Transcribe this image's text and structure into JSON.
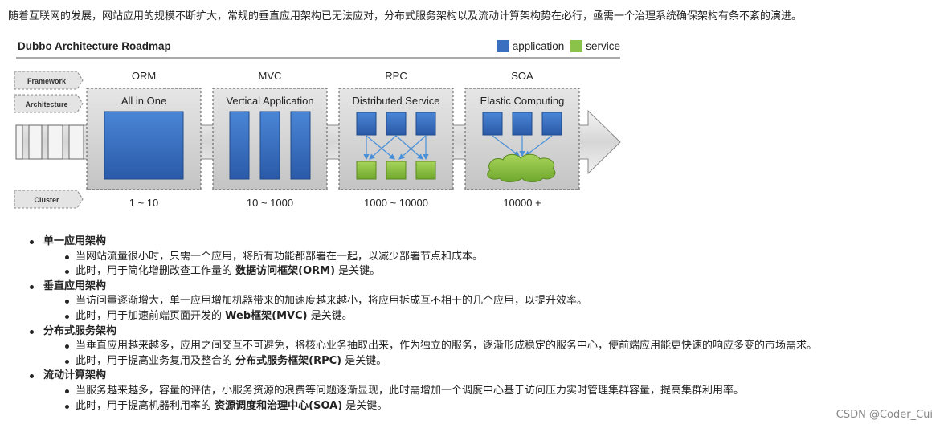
{
  "intro": "随着互联网的发展，网站应用的规模不断扩大，常规的垂直应用架构已无法应对，分布式服务架构以及流动计算架构势在必行，亟需一个治理系统确保架构有条不紊的演进。",
  "figure": {
    "title": "Dubbo Architecture Roadmap",
    "legend": [
      {
        "label": "application",
        "color": "#3a6fc0"
      },
      {
        "label": "service",
        "color": "#8bc34a"
      }
    ],
    "side_labels": [
      "Framework",
      "Architecture",
      "Cluster"
    ],
    "stages": [
      {
        "header": "ORM",
        "box": "All in One",
        "range": "1 ~ 10"
      },
      {
        "header": "MVC",
        "box": "Vertical Application",
        "range": "10 ~ 1000"
      },
      {
        "header": "RPC",
        "box": "Distributed Service",
        "range": "1000 ~ 10000"
      },
      {
        "header": "SOA",
        "box": "Elastic Computing",
        "range": "10000 +"
      }
    ]
  },
  "sections": [
    {
      "title": "单一应用架构",
      "items": [
        {
          "before": "当网站流量很小时，只需一个应用，将所有功能都部署在一起，以减少部署节点和成本。",
          "kw": "",
          "after": ""
        },
        {
          "before": "此时，用于简化增删改查工作量的 ",
          "kw": "数据访问框架(ORM)",
          "after": " 是关键。"
        }
      ]
    },
    {
      "title": "垂直应用架构",
      "items": [
        {
          "before": "当访问量逐渐增大，单一应用增加机器带来的加速度越来越小，将应用拆成互不相干的几个应用，以提升效率。",
          "kw": "",
          "after": ""
        },
        {
          "before": "此时，用于加速前端页面开发的 ",
          "kw": "Web框架(MVC)",
          "after": " 是关键。"
        }
      ]
    },
    {
      "title": "分布式服务架构",
      "items": [
        {
          "before": "当垂直应用越来越多，应用之间交互不可避免，将核心业务抽取出来，作为独立的服务，逐渐形成稳定的服务中心，使前端应用能更快速的响应多变的市场需求。",
          "kw": "",
          "after": ""
        },
        {
          "before": "此时，用于提高业务复用及整合的 ",
          "kw": "分布式服务框架(RPC)",
          "after": " 是关键。"
        }
      ]
    },
    {
      "title": "流动计算架构",
      "items": [
        {
          "before": "当服务越来越多，容量的评估，小服务资源的浪费等问题逐渐显现，此时需增加一个调度中心基于访问压力实时管理集群容量，提高集群利用率。",
          "kw": "",
          "after": ""
        },
        {
          "before": "此时，用于提高机器利用率的 ",
          "kw": "资源调度和治理中心(SOA)",
          "after": " 是关键。"
        }
      ]
    }
  ],
  "watermark": "CSDN @Coder_Cui"
}
